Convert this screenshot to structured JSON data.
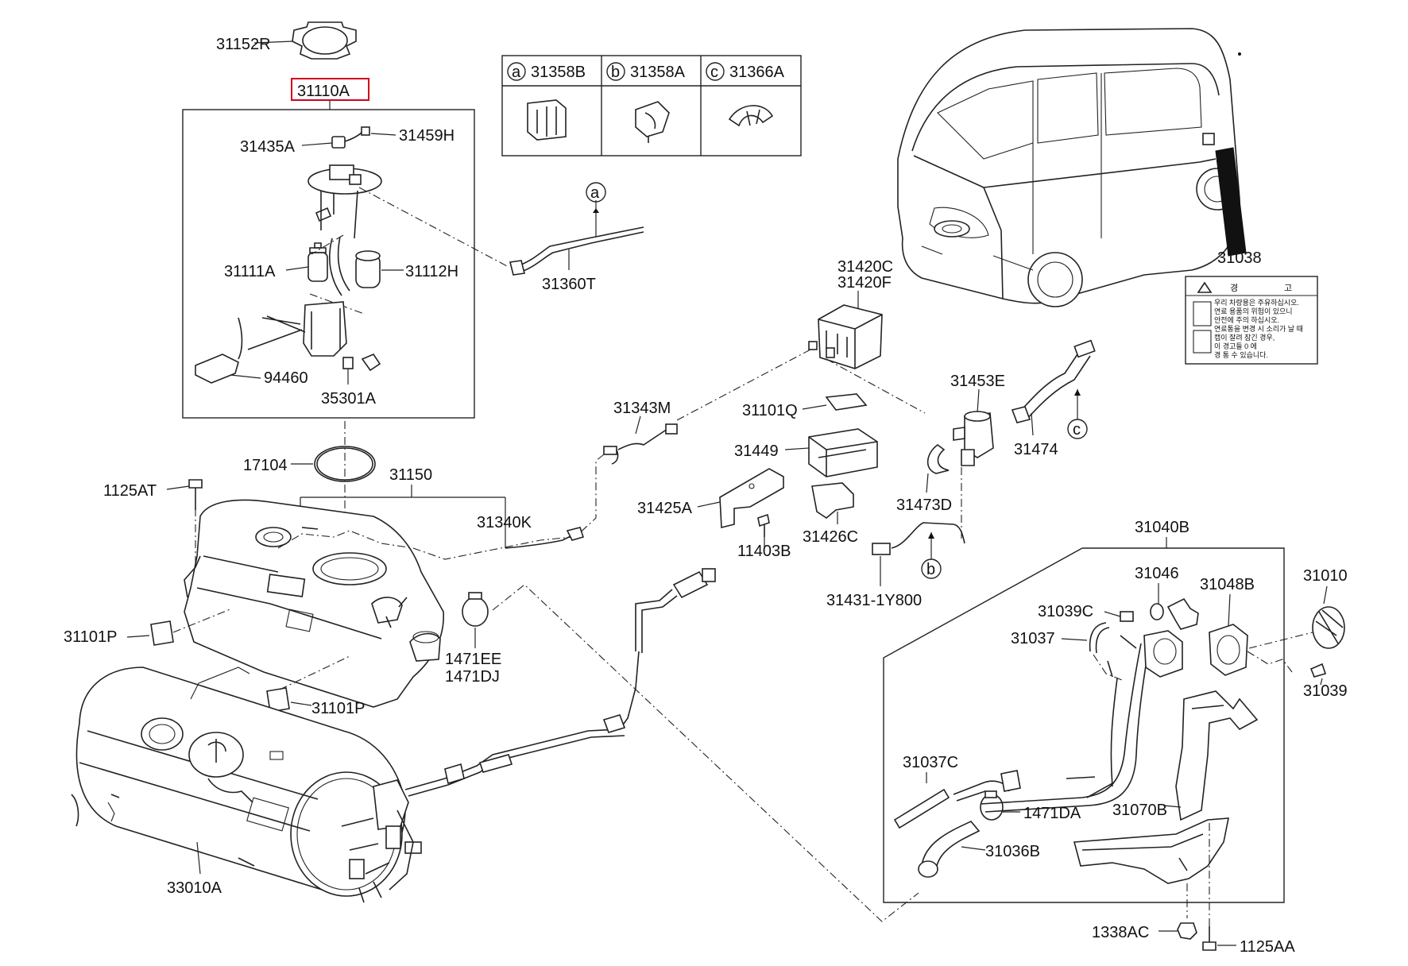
{
  "diagram": {
    "highlighted_part": "31110A",
    "labels": {
      "p31152R": "31152R",
      "p31110A": "31110A",
      "p31435A": "31435A",
      "p31459H": "31459H",
      "p31111A": "31111A",
      "p31112H": "31112H",
      "p94460": "94460",
      "p35301A": "35301A",
      "p17104": "17104",
      "p31150": "31150",
      "p1125AT": "1125AT",
      "p31340K": "31340K",
      "p31101P_a": "31101P",
      "p31101P_b": "31101P",
      "p1471EE": "1471EE",
      "p1471DJ": "1471DJ",
      "p33010A": "33010A",
      "p31360T": "31360T",
      "p31343M": "31343M",
      "p31420C": "31420C",
      "p31420F": "31420F",
      "p31101Q": "31101Q",
      "p31449": "31449",
      "p31425A": "31425A",
      "p11403B": "11403B",
      "p31426C": "31426C",
      "p31453E": "31453E",
      "p31474": "31474",
      "p31473D": "31473D",
      "p31431": "31431-1Y800",
      "p31038": "31038",
      "p31040B": "31040B",
      "p31046": "31046",
      "p31048B": "31048B",
      "p31010": "31010",
      "p31039C": "31039C",
      "p31037": "31037",
      "p31039": "31039",
      "p31037C": "31037C",
      "p31070B": "31070B",
      "p1471DA": "1471DA",
      "p31036B": "31036B",
      "p1338AC": "1338AC",
      "p1125AA": "1125AA"
    },
    "callouts": {
      "a": "a",
      "b": "b",
      "c": "c"
    },
    "legend_table": [
      {
        "letter": "a",
        "part": "31358B"
      },
      {
        "letter": "b",
        "part": "31358A"
      },
      {
        "letter": "c",
        "part": "31366A"
      }
    ],
    "warning_label": {
      "header_left": "경",
      "header_right": "고",
      "lines": [
        "우리 차량용은 주유하십시오.",
        "연료 용품의 위험이 있으니",
        "안전에 주의 하십시오.",
        "연료통을 변경 시 소리가 날 때",
        "캡이 잘려 잠긴 경우,",
        "이 경고들 0 에",
        "경 통 수 있습니다."
      ]
    }
  }
}
